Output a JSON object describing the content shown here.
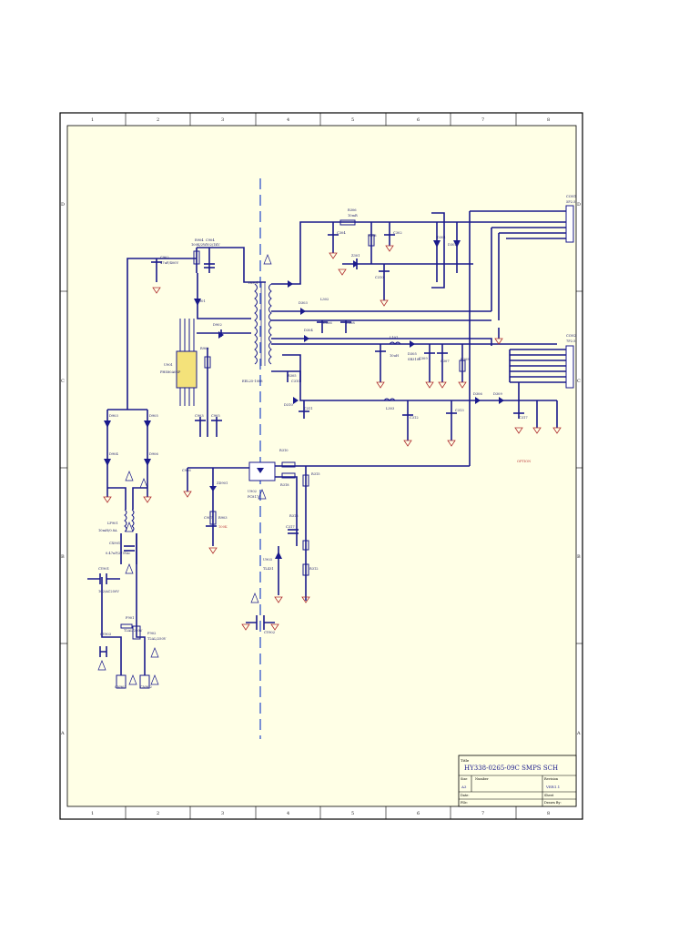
{
  "title_block": {
    "size_label": "Size",
    "number_label": "Number",
    "revision_label": "Revision",
    "date_label": "Date:",
    "file_label": "File:",
    "sheet_label": "Sheet",
    "drawn_label": "Drawn By:",
    "title_label": "Title",
    "title": "HY338-0265-09C SMPS SCH",
    "size": "A3",
    "revision": "VER1.1"
  },
  "frame": {
    "columns": [
      "1",
      "2",
      "3",
      "4",
      "5",
      "6",
      "7",
      "8"
    ],
    "rows": [
      "D",
      "C",
      "B",
      "A"
    ]
  },
  "connectors": [
    {
      "ref": "CON1",
      "type": "5P2.5"
    },
    {
      "ref": "CON2",
      "type": "7P2.5"
    }
  ],
  "components": {
    "transformer": {
      "ref": "TR901",
      "part": "EEL25-1088"
    },
    "controller": {
      "ref": "U901",
      "part": "PHS80A0SP"
    },
    "optocoupler": {
      "ref": "U902",
      "part": "PC817"
    },
    "regulator": {
      "ref": "U903",
      "part": "TL431"
    },
    "bridge_filter": {
      "ref": "LF901",
      "part": "10mH/0.8A"
    },
    "fuse": {
      "ref": "F901",
      "part": "T2AL/250V"
    },
    "fuse2": {
      "ref": "F902",
      "part": "T2AL/250V"
    },
    "x_cap": {
      "ref": "CX901",
      "part": "0.47uF/275Vac"
    },
    "y_cap": {
      "ref": "CY901",
      "part": "102/AC250V"
    },
    "snubber_r": {
      "ref": "R904",
      "part": "100K/2W"
    },
    "snubber_c": {
      "ref": "C904",
      "part": "102/1KV"
    },
    "bulk_cap": {
      "ref": "C902",
      "part": "47uF/400V"
    },
    "out_diode_1": {
      "ref": "D305",
      "part": "SR3100"
    },
    "out_choke": {
      "ref": "L101",
      "part": "10uH"
    }
  },
  "misc_labels": {
    "option_note": "OPTION"
  }
}
